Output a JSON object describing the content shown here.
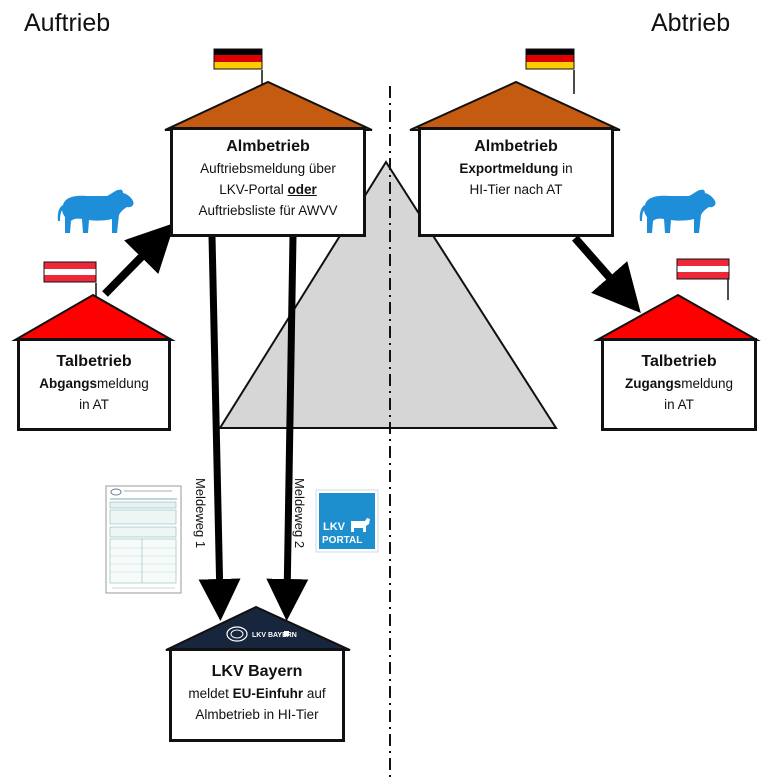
{
  "labels": {
    "left_header": "Auftrieb",
    "right_header": "Abtrieb"
  },
  "colors": {
    "roof_brown": "#c55a11",
    "roof_red": "#ff0000",
    "roof_navy": "#17253d",
    "mountain": "#d6d6d6",
    "cow_blue": "#1f8ed8",
    "arrow": "#000000"
  },
  "boxes": {
    "alm_left": {
      "title": "Almbetrieb",
      "line1": "Auftriebsmeldung über",
      "line2_pre": "LKV-Portal ",
      "line2_bold": "oder",
      "line3": "Auftriebsliste für AWVV"
    },
    "alm_right": {
      "title": "Almbetrieb",
      "line1_bold": "Exportmeldung",
      "line1_post": " in",
      "line2": "HI-Tier nach AT"
    },
    "tal_left": {
      "title": "Talbetrieb",
      "line1_bold": "Abgangs",
      "line1_post": "meldung",
      "line2": "in AT"
    },
    "tal_right": {
      "title": "Talbetrieb",
      "line1_bold": "Zugangs",
      "line1_post": "meldung",
      "line2": "in AT"
    },
    "lkv": {
      "title": "LKV Bayern",
      "line1_pre": "meldet ",
      "line1_bold": "EU-Einfuhr",
      "line1_post": " auf",
      "line2": "Almbetrieb in HI-Tier"
    }
  },
  "routes": {
    "route1": "Meldeweg 1",
    "route2": "Meldeweg 2"
  },
  "logos": {
    "lkv_portal_line1": "LKV",
    "lkv_portal_line2": "PORTAL",
    "lkv_bayern_roof": "LKV BAYERN"
  },
  "flags": {
    "german": "flag-de",
    "austrian": "flag-at"
  },
  "icons": {
    "cow": "cow-icon",
    "form": "form-document-icon"
  }
}
